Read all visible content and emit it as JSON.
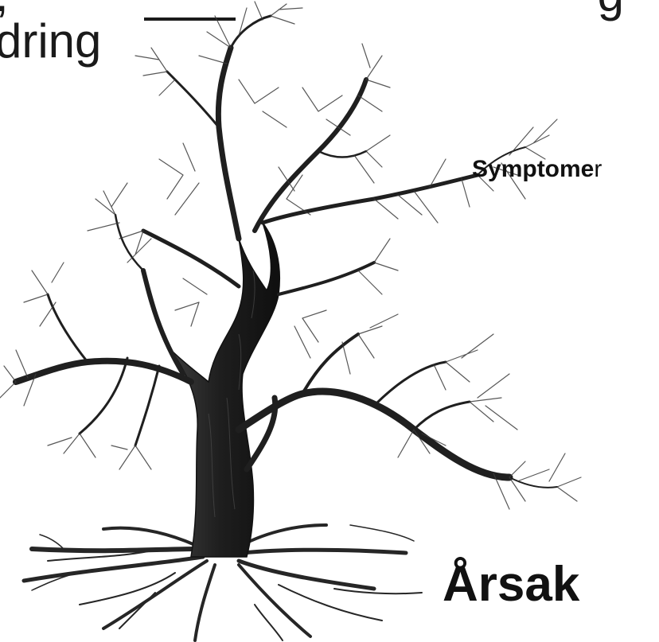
{
  "slide": {
    "title_part_1": ",",
    "title_underlined": "",
    "title_part_2": "g",
    "title_line_2": "dring"
  },
  "labels": {
    "symptomer_bold": "Symptome",
    "symptomer_rest": "r",
    "arsak": "Årsak"
  },
  "image": {
    "subject": "bare-tree-with-roots"
  },
  "colors": {
    "background": "#ffffff",
    "text": "#111111",
    "bark": "#2a2a2a"
  }
}
